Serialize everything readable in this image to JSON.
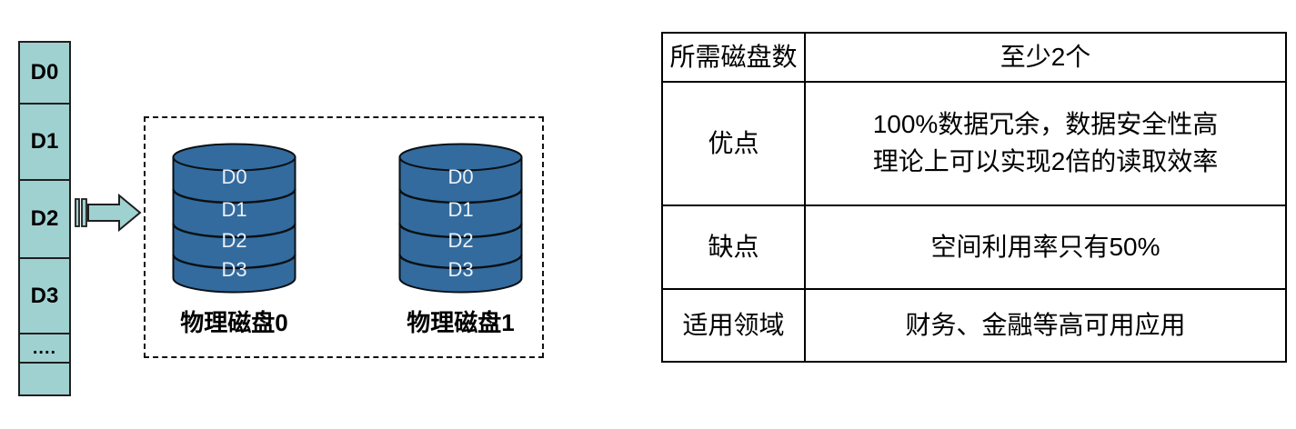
{
  "colors": {
    "stripe_teal": "#A0D1D1",
    "stripe_border": "#1F1F1F",
    "disk_blue": "#336B9E",
    "disk_outline": "#0A1014",
    "disk_text": "#EAF1F8",
    "table_border": "#000000",
    "text": "#000000"
  },
  "stripe_column": {
    "cells": [
      "D0",
      "D1",
      "D2",
      "D3",
      "....",
      ""
    ]
  },
  "arrow": {
    "icon": "right-block-arrow"
  },
  "mirror_group": {
    "disks": [
      {
        "label": "物理磁盘0",
        "blocks": [
          "D0",
          "D1",
          "D2",
          "D3"
        ]
      },
      {
        "label": "物理磁盘1",
        "blocks": [
          "D0",
          "D1",
          "D2",
          "D3"
        ]
      }
    ]
  },
  "table": {
    "rows": [
      {
        "header": "所需磁盘数",
        "line1": "至少2个",
        "line2": ""
      },
      {
        "header": "优点",
        "line1": "100%数据冗余，数据安全性高",
        "line2": "理论上可以实现2倍的读取效率"
      },
      {
        "header": "缺点",
        "line1": "空间利用率只有50%",
        "line2": ""
      },
      {
        "header": "适用领域",
        "line1": "财务、金融等高可用应用",
        "line2": ""
      }
    ]
  }
}
